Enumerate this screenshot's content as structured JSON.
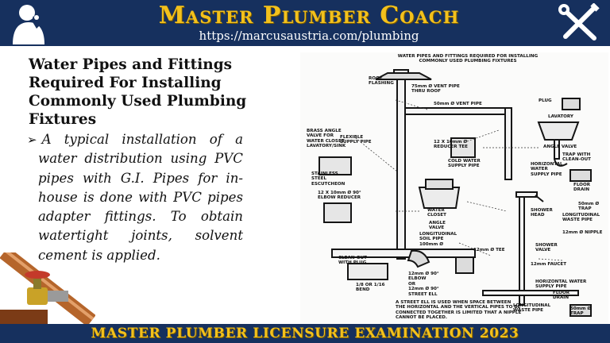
{
  "header": {
    "title": "Master Plumber Coach",
    "url": "https://marcusaustria.com/plumbing",
    "left_icon": "thinking-person-icon",
    "right_icon": "wrench-screwdriver-icon"
  },
  "slide": {
    "title": "Water Pipes and Fittings Required For Installing Commonly Used Plumbing Fixtures",
    "bullet_marker": "➢",
    "bullet_text": "A typical installation of a water distribution using PVC pipes with G.I. Pipes for in-house is done with PVC pipes adapter fittings. To obtain watertight joints, solvent cement is applied."
  },
  "diagram": {
    "title": "WATER PIPES AND FITTINGS REQUIRED FOR INSTALLING\nCOMMONLY USED PLUMBING FIXTURES",
    "labels": {
      "roof_flashing": "ROOF\nFLASHING",
      "vent_pipe_75": "75mm Ø VENT PIPE\nTHRU ROOF",
      "vent_pipe_50": "50mm Ø VENT PIPE",
      "plug": "PLUG",
      "brass_angle_valve": "BRASS ANGLE\nVALVE FOR\nWATER CLOSET\nLAVATORY/SINK",
      "flexible_supply": "FLEXIBLE\nSUPPLY PIPE",
      "reducer_tee": "12 X 10mm Ø\nREDUCER TEE",
      "cold_water_supply": "COLD WATER\nSUPPLY PIPE",
      "lavatory": "LAVATORY",
      "angle_valve": "ANGLE VALVE",
      "trap_cleanout": "TRAP WITH\nCLEAN-OUT",
      "horizontal_supply": "HORIZONTAL\nWATER\nSUPPLY PIPE",
      "floor_drain": "FLOOR\nDRAIN",
      "stainless_escutcheon": "STAINLESS\nSTEEL\nESCUTCHEON",
      "elbow_reducer": "12 X 10mm Ø 90°\nELBOW REDUCER",
      "water_closet": "WATER\nCLOSET",
      "angle_valve_2": "ANGLE\nVALVE",
      "trap_50": "50mm Ø\nTRAP",
      "longitudinal_waste": "LONGITUDINAL\nWASTE PIPE",
      "shower_head": "SHOWER\nHEAD",
      "nipple": "12mm Ø NIPPLE",
      "longitudinal_soil": "LONGITUDINAL\nSOIL PIPE\n100mm Ø",
      "tee_12": "12mm Ø TEE",
      "shower_valve": "SHOWER\nVALVE",
      "clean_out": "CLEAN-OUT\nWITH PLUG",
      "elbow_90": "12mm Ø 90°\nELBOW\nOR\n12mm Ø 90°\nSTREET ELL",
      "faucet": "12mm FAUCET",
      "bend": "1/8 OR 1/16\nBEND",
      "horizontal_supply_2": "HORIZONTAL WATER\nSUPPLY PIPE",
      "floor_drain_2": "FLOOR\nDRAIN",
      "street_ell_note": "A STREET ELL IS USED WHEN SPACE BETWEEN\nTHE HORIZONTAL AND THE VERTICAL PIPES TO BE\nCONNECTED TOGETHER IS LIMITED THAT A NIPPLE\nCANNOT BE PLACED.",
      "longitudinal_waste_2": "LONGITUDINAL\nWASTE PIPE",
      "trap_50_2": "50mm Ø\nTRAP"
    }
  },
  "footer": {
    "text": "MASTER PLUMBER LICENSURE EXAMINATION 2023"
  }
}
